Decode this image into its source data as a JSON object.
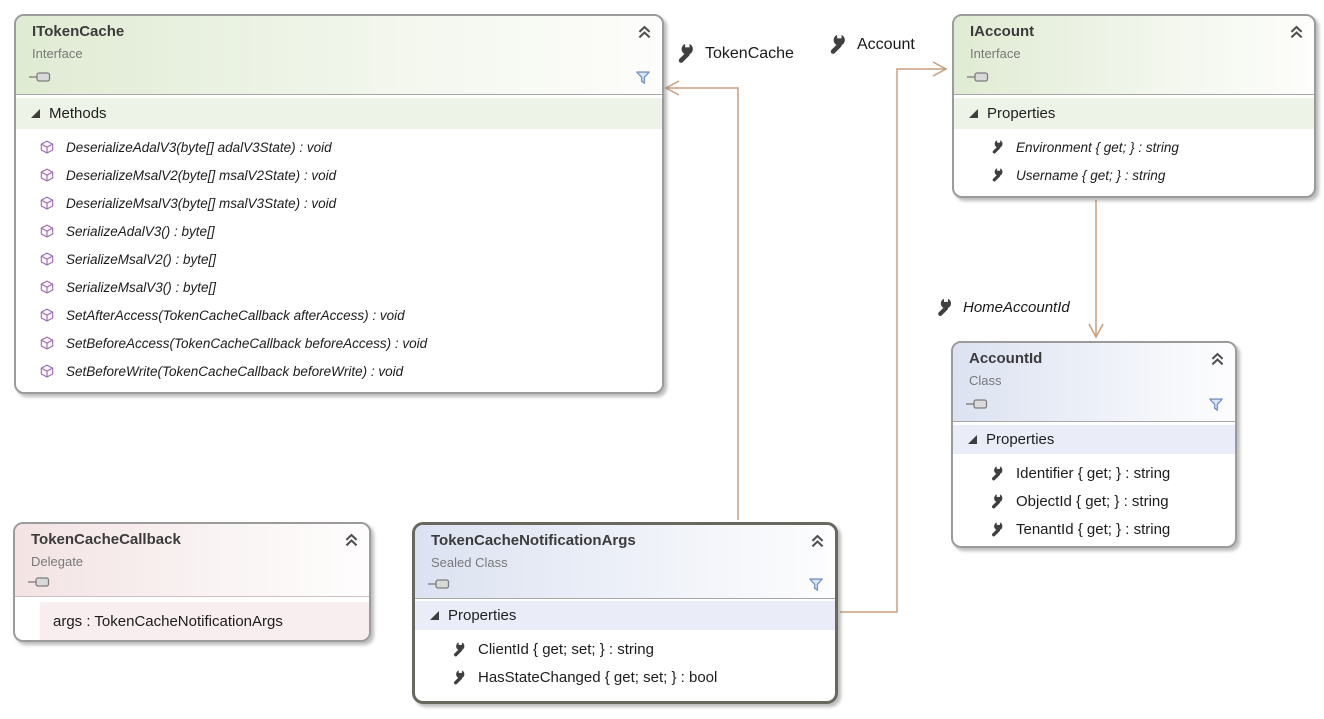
{
  "colors": {
    "connector": "#c89e7d",
    "interface_header": "#e0ebd3",
    "interface_section_row": "#eef3e7",
    "class_header": "#dce2f1",
    "class_section_row": "#eaedf8",
    "delegate_header": "#f3e3e3",
    "delegate_param_row": "#f8eef0",
    "method_icon_purple": "#9a6bb5",
    "wrench_icon_gray": "#3f3f3f"
  },
  "nodes": {
    "itokencache": {
      "title": "ITokenCache",
      "kind": "Interface",
      "section_label": "Methods",
      "members": [
        "DeserializeAdalV3(byte[] adalV3State) : void",
        "DeserializeMsalV2(byte[] msalV2State) : void",
        "DeserializeMsalV3(byte[] msalV3State) : void",
        "SerializeAdalV3() : byte[]",
        "SerializeMsalV2() : byte[]",
        "SerializeMsalV3() : byte[]",
        "SetAfterAccess(TokenCacheCallback afterAccess) : void",
        "SetBeforeAccess(TokenCacheCallback beforeAccess) : void",
        "SetBeforeWrite(TokenCacheCallback beforeWrite) : void"
      ]
    },
    "iaccount": {
      "title": "IAccount",
      "kind": "Interface",
      "section_label": "Properties",
      "members": [
        "Environment { get; } : string",
        "Username { get; } : string"
      ]
    },
    "accountid": {
      "title": "AccountId",
      "kind": "Class",
      "section_label": "Properties",
      "members": [
        "Identifier { get; } : string",
        "ObjectId { get; } : string",
        "TenantId { get; } : string"
      ]
    },
    "tokencachecallback": {
      "title": "TokenCacheCallback",
      "kind": "Delegate",
      "members": [
        "args : TokenCacheNotificationArgs"
      ]
    },
    "tokencachenotificationargs": {
      "title": "TokenCacheNotificationArgs",
      "kind": "Sealed Class",
      "section_label": "Properties",
      "members": [
        "ClientId { get; set; } : string",
        "HasStateChanged { get; set; } : bool"
      ]
    }
  },
  "connector_labels": {
    "token_cache": "TokenCache",
    "account": "Account",
    "home_account_id": "HomeAccountId"
  }
}
